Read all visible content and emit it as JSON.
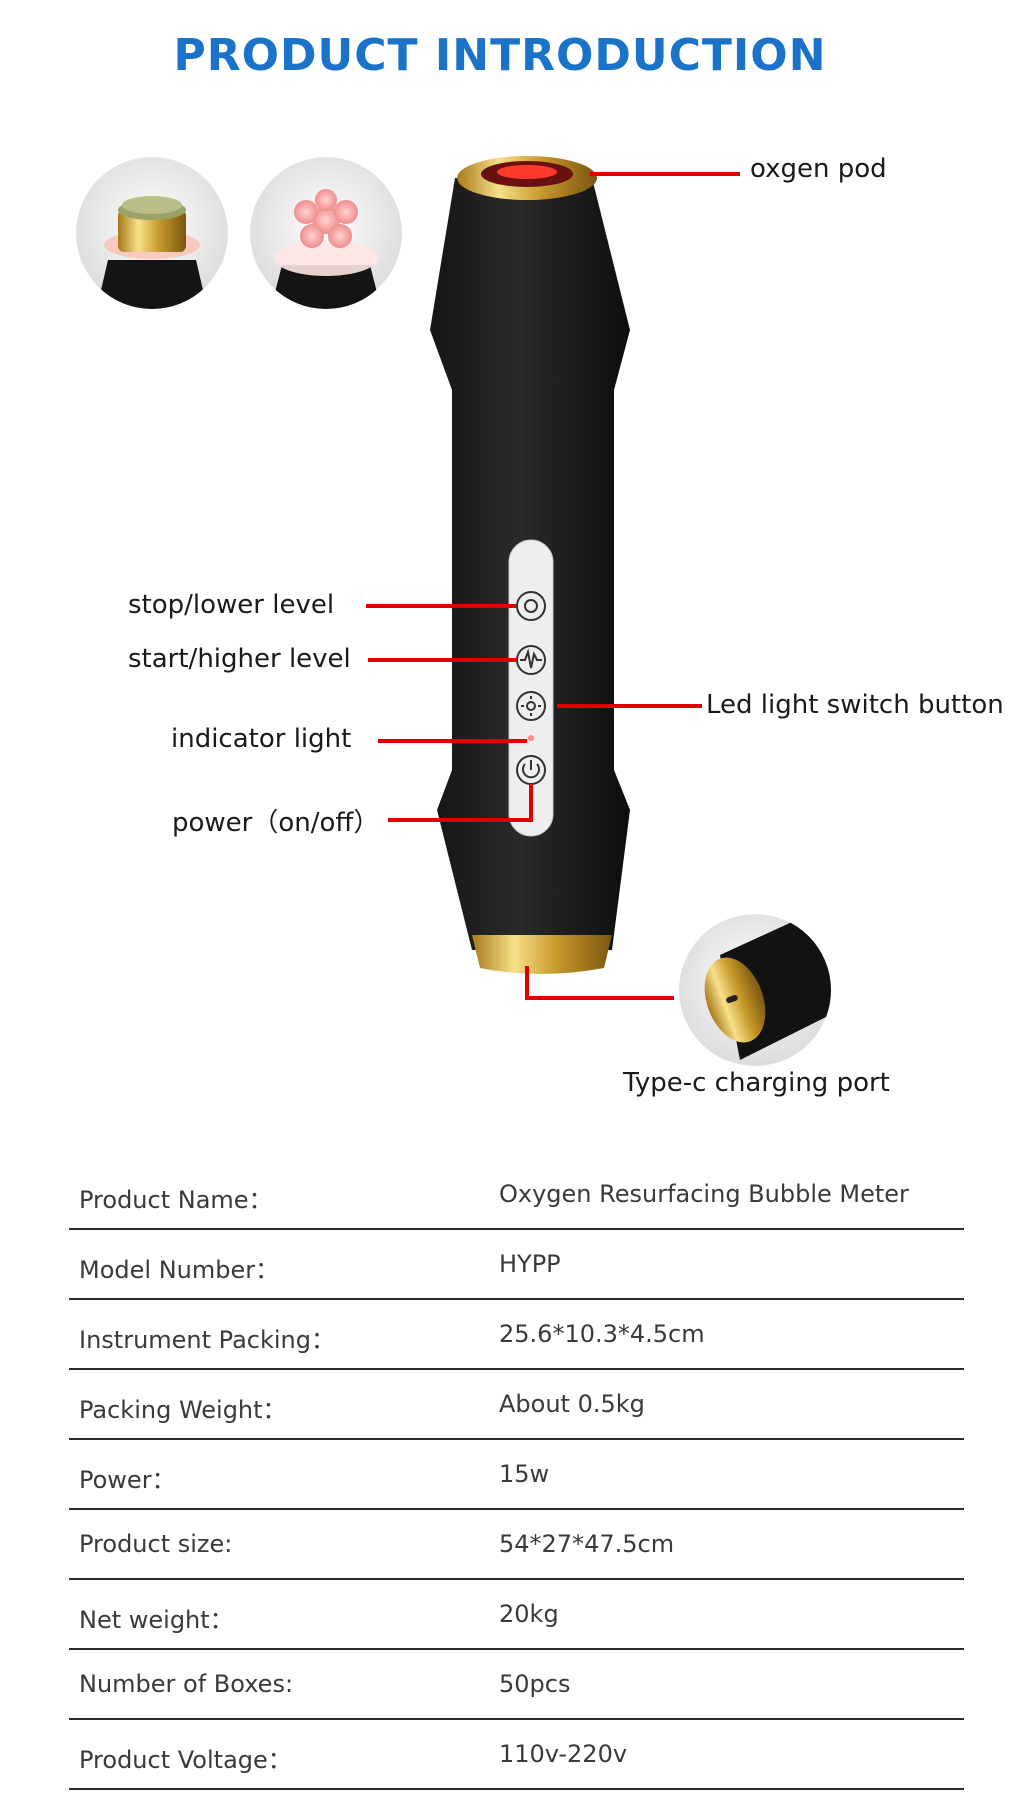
{
  "page": {
    "title": "PRODUCT INTRODUCTION",
    "title_color": "#1a73c8",
    "accent_color": "#e00000"
  },
  "callouts": {
    "oxgen_pod": "oxgen pod",
    "stop_lower": "stop/lower level",
    "start_higher": "start/higher level",
    "indicator": "indicator light",
    "power": "power（on/off）",
    "led_switch": "Led light switch button",
    "charging_port": "Type-c charging port"
  },
  "icons": [
    "stop-lower-icon",
    "start-higher-icon",
    "led-light-icon",
    "power-icon"
  ],
  "specs": [
    {
      "key": "Product Name：",
      "value": "Oxygen Resurfacing Bubble Meter"
    },
    {
      "key": "Model Number：",
      "value": "HYPP"
    },
    {
      "key": "Instrument Packing：",
      "value": "25.6*10.3*4.5cm"
    },
    {
      "key": "Packing Weight：",
      "value": "About 0.5kg"
    },
    {
      "key": "Power：",
      "value": "15w"
    },
    {
      "key": "Product size:",
      "value": "54*27*47.5cm"
    },
    {
      "key": "Net weight：",
      "value": "20kg"
    },
    {
      "key": "Number of Boxes:",
      "value": "50pcs"
    },
    {
      "key": "Product Voltage：",
      "value": "110v-220v"
    }
  ]
}
